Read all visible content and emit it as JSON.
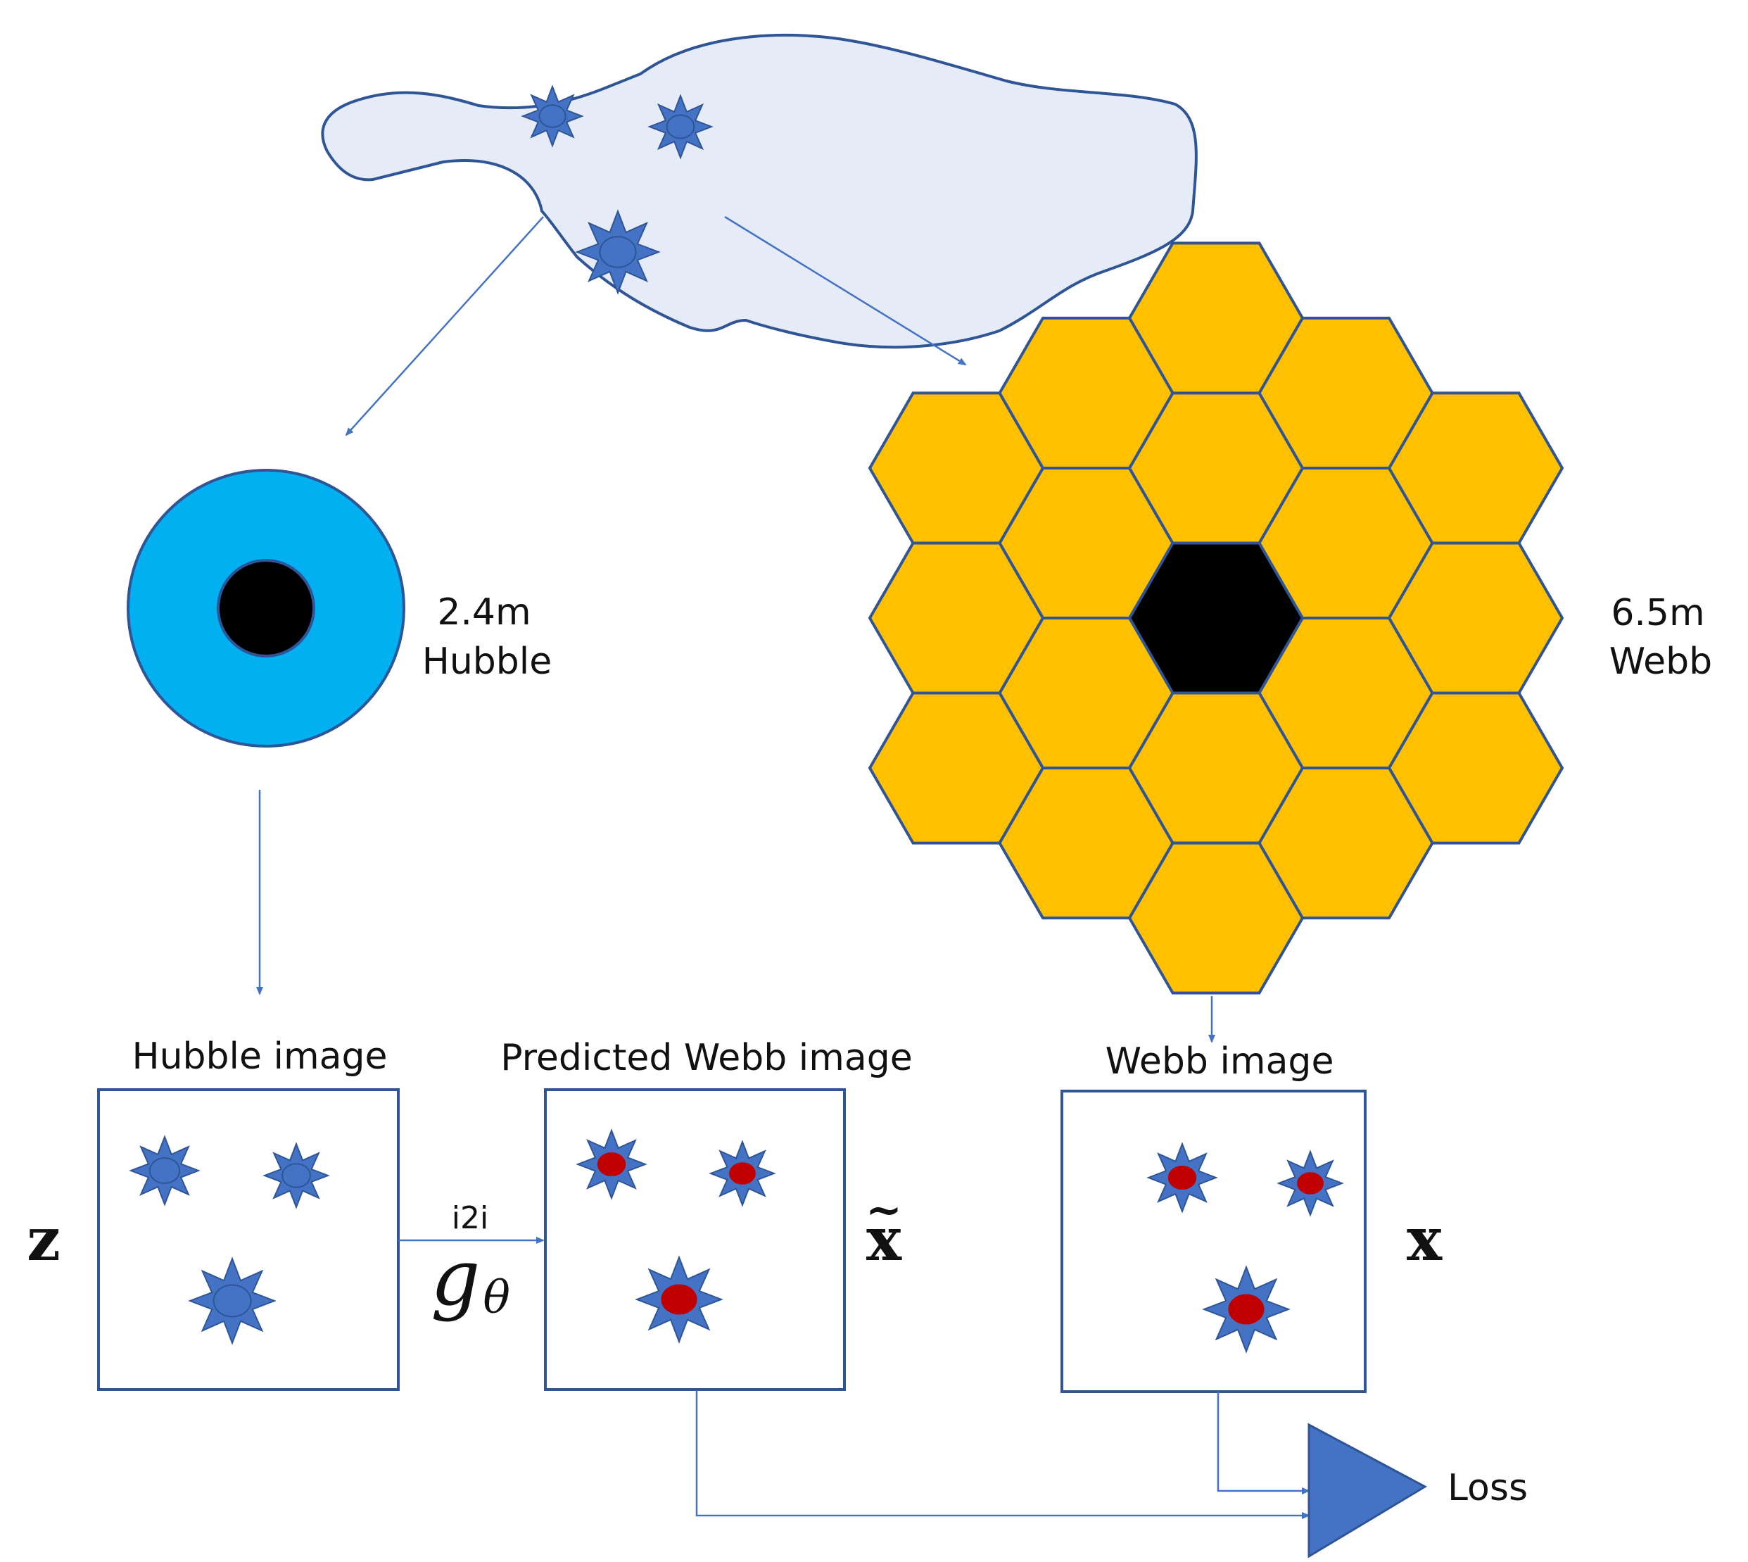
{
  "labels": {
    "hubble_size": "2.4m",
    "hubble_name": "Hubble",
    "webb_size": "6.5m",
    "webb_name": "Webb",
    "hubble_image": "Hubble image",
    "predicted_webb_image": "Predicted Webb image",
    "webb_image": "Webb image",
    "i2i": "i2i",
    "loss": "Loss"
  },
  "math": {
    "z": "z",
    "x_tilde": "x",
    "tilde": "~",
    "x": "x",
    "g": "g",
    "theta": "θ"
  },
  "colors": {
    "line_blue": "#4472C4",
    "outline_dark_blue": "#2F5597",
    "cloud_fill": "#E6ECF7",
    "hubble_mirror": "#00B0F0",
    "webb_segment": "#FFC000",
    "obscuration": "#000000",
    "star_core_red": "#C00000"
  }
}
